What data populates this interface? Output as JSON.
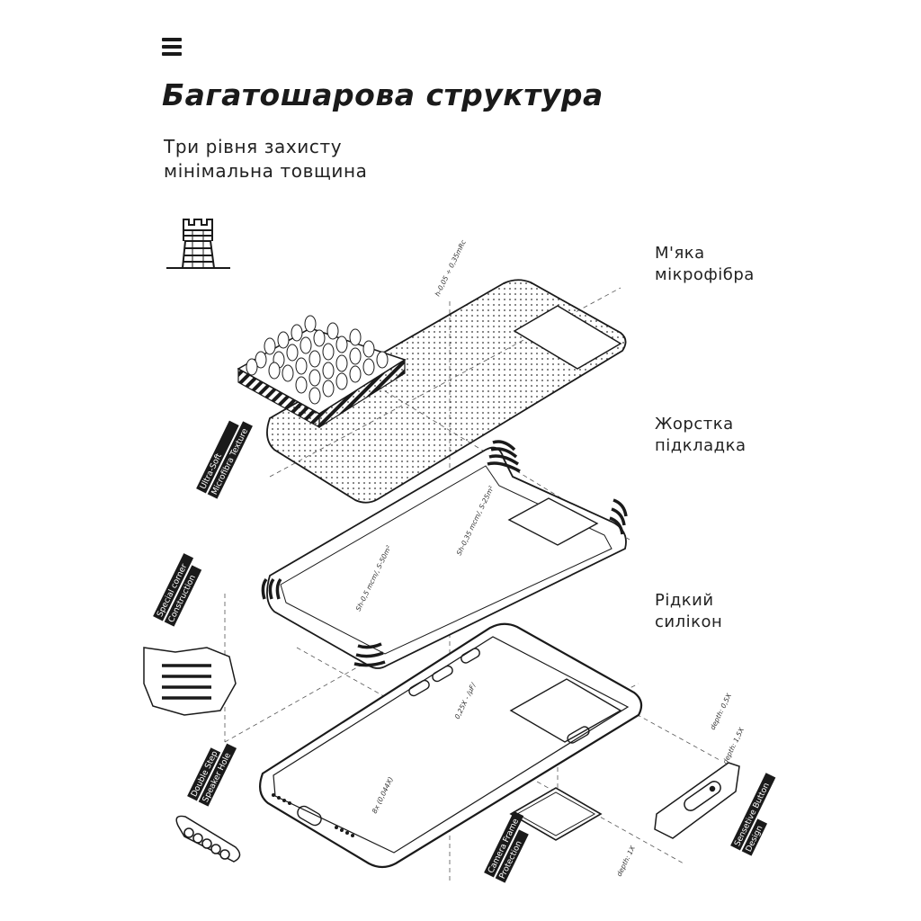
{
  "title": "Багатошарова структура",
  "subtitle": {
    "line1": "Три рівня захисту",
    "line2": "мінімальна товщина"
  },
  "icons": {
    "menu": "hamburger-menu-icon",
    "tower": "castle-tower-icon"
  },
  "layers": [
    {
      "line1": "М'яка",
      "line2": "мікрофібра"
    },
    {
      "line1": "Жорстка",
      "line2": "підкладка"
    },
    {
      "line1": "Рідкий",
      "line2": "силікон"
    }
  ],
  "callouts": {
    "microfiber": [
      "Ultra-Soft",
      "Microfibra Texture"
    ],
    "corner": [
      "Special corner",
      "Construction"
    ],
    "speaker": [
      "Double Step",
      "Speaker Hole"
    ],
    "camera": [
      "Camera Frame",
      "Protection"
    ],
    "button": [
      "Sensetive Button",
      "Design"
    ]
  },
  "dimensions": {
    "microfiber_thickness": "h-0,05 ÷ 0,35mRc",
    "shell_top": "Sh-0,35 mcm/, S-25m²",
    "shell_bottom": "Sh-0,5 mcm/, S-50m²",
    "frame": "0,25X - /μF/",
    "inner": "8x (0,044X)",
    "depth_a": "depth: 0,5X",
    "depth_b": "depth: 1,5X",
    "depth_c": "depth: 1X"
  },
  "colors": {
    "text": "#222222",
    "stroke": "#1a1a1a",
    "callout_bg": "#1a1a1a"
  }
}
